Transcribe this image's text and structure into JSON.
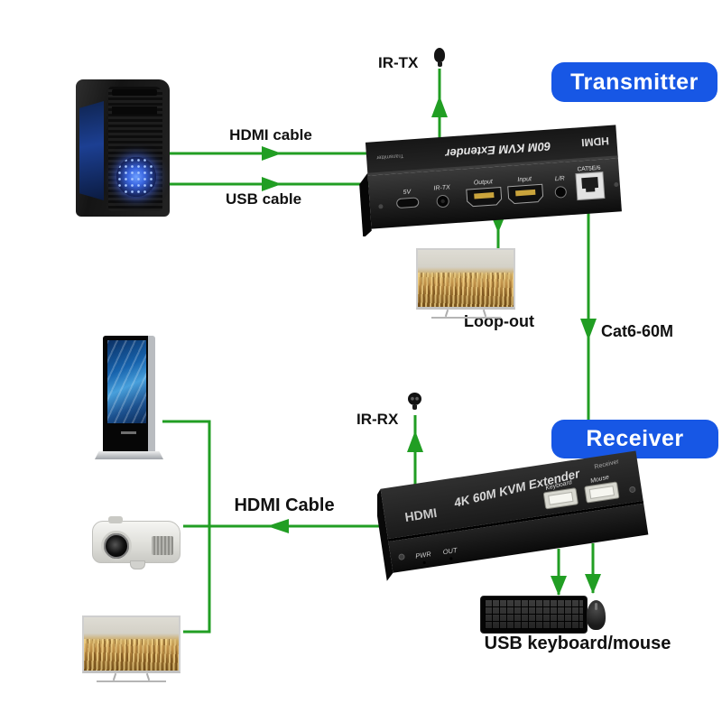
{
  "badges": {
    "transmitter": "Transmitter",
    "receiver": "Receiver"
  },
  "labels": {
    "hdmi_cable_top": "HDMI cable",
    "usb_cable": "USB cable",
    "ir_tx": "IR-TX",
    "ir_rx": "IR-RX",
    "loop_out": "Loop-out",
    "cat6_60m": "Cat6-60M",
    "hdmi_cable_bottom": "HDMI Cable",
    "usb_keyboard_mouse": "USB keyboard/mouse"
  },
  "transmitter_device": {
    "brand": "HDMI",
    "top_text": "60M KVM Extender",
    "model_role": "Transmitter",
    "ports": {
      "power": "5V",
      "ir": "IR-TX",
      "output": "Output",
      "input": "Input",
      "audio": "L/R",
      "ethernet": "CAT5E/6"
    }
  },
  "receiver_device": {
    "brand": "HDMI",
    "top_text": "4K 60M KVM Extender",
    "model_role": "Receiver",
    "usb_port_1": "Keyboard",
    "usb_port_2": "Mouse",
    "led_1": "PWR",
    "led_2": "OUT"
  },
  "colors": {
    "arrow_green": "#219e23",
    "badge_blue": "#1757e5",
    "badge_text": "#ffffff"
  }
}
